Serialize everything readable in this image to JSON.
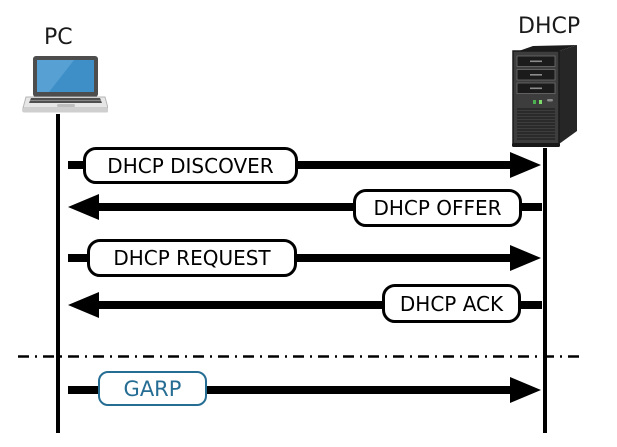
{
  "diagram": {
    "type": "sequence-diagram",
    "actors": [
      {
        "id": "pc",
        "label": "PC",
        "icon": "laptop-icon"
      },
      {
        "id": "dhcp",
        "label": "DHCP",
        "icon": "server-icon"
      }
    ],
    "messages": [
      {
        "label": "DHCP DISCOVER",
        "from": "pc",
        "to": "dhcp",
        "direction": "right",
        "style": "default"
      },
      {
        "label": "DHCP OFFER",
        "from": "dhcp",
        "to": "pc",
        "direction": "left",
        "style": "default"
      },
      {
        "label": "DHCP REQUEST",
        "from": "pc",
        "to": "dhcp",
        "direction": "right",
        "style": "default"
      },
      {
        "label": "DHCP ACK",
        "from": "dhcp",
        "to": "pc",
        "direction": "left",
        "style": "default"
      },
      {
        "label": "GARP",
        "from": "pc",
        "to": "dhcp",
        "direction": "right",
        "style": "accent"
      }
    ],
    "divider": {
      "style": "dash-dot",
      "position": "between DHCP ACK and GARP"
    },
    "colors": {
      "line": "#000000",
      "accent_blue": "#266d94",
      "laptop_screen": "#3e8fc7",
      "server_body": "#3d3d3d",
      "background": "#ffffff"
    }
  }
}
